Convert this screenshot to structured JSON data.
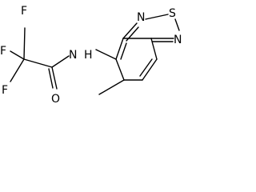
{
  "molecule": {
    "atoms": {
      "f1": "F",
      "f2": "F",
      "f3": "F",
      "n_amide": "N",
      "h_amide": "H",
      "o_carbonyl": "O",
      "n_ring_top": "N",
      "s_ring": "S",
      "n_ring_right": "N"
    }
  }
}
